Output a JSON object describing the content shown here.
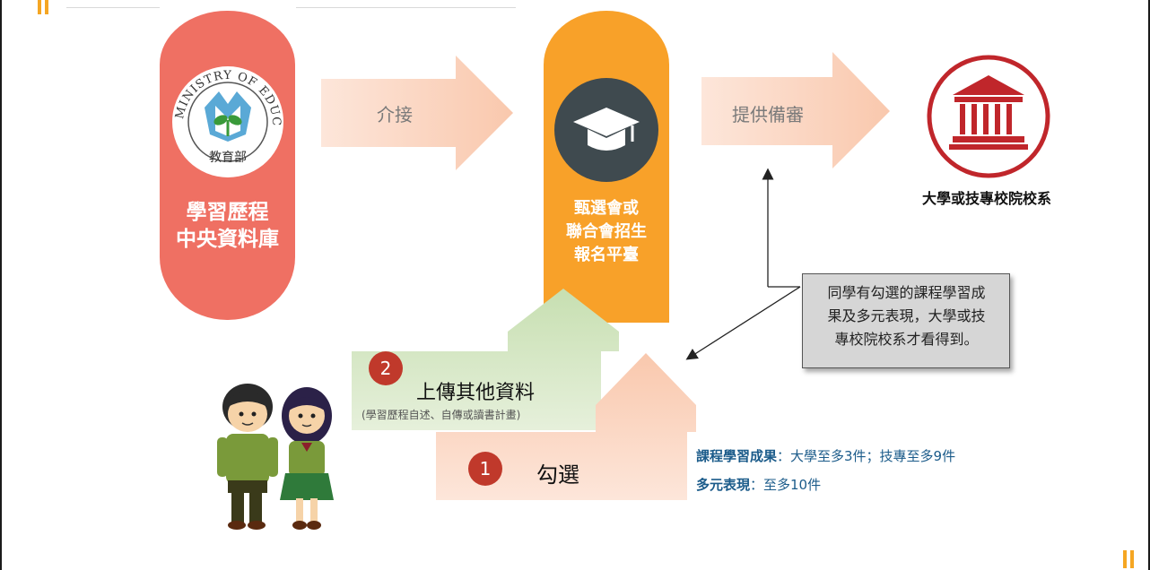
{
  "ministry_logo": {
    "ring_text": "MINISTRY OF EDUCATION",
    "chinese_name": "教育部"
  },
  "database_pill": {
    "line1": "學習歷程",
    "line2": "中央資料庫"
  },
  "arrow_1": {
    "label": "介接"
  },
  "platform_pill": {
    "line1": "甄選會或",
    "line2": "聯合會招生",
    "line3": "報名平臺"
  },
  "arrow_2": {
    "label": "提供備審"
  },
  "university": {
    "label": "大學或技專校院校系"
  },
  "note": {
    "text": "同學有勾選的課程學習成\n果及多元表現，大學或技\n專校院校系才看得到。"
  },
  "step_upload": {
    "number": "2",
    "title": "上傳其他資料",
    "subtitle": "(學習歷程自述、自傳或讀書計畫)"
  },
  "step_select": {
    "number": "1",
    "title": "勾選"
  },
  "legend": {
    "course_label": "課程學習成果",
    "course_value": "：大學至多3件；技專至多9件",
    "diverse_label": "多元表現",
    "diverse_value": "：至多10件"
  },
  "colors": {
    "database_red": "#ef7063",
    "platform_orange": "#f8a129",
    "arrow_peach": "#fbd0b8",
    "upload_green": "#d6e8c4",
    "university_red": "#c0262b",
    "step_circle": "#c0392b",
    "legend_blue": "#1b5b8a"
  }
}
